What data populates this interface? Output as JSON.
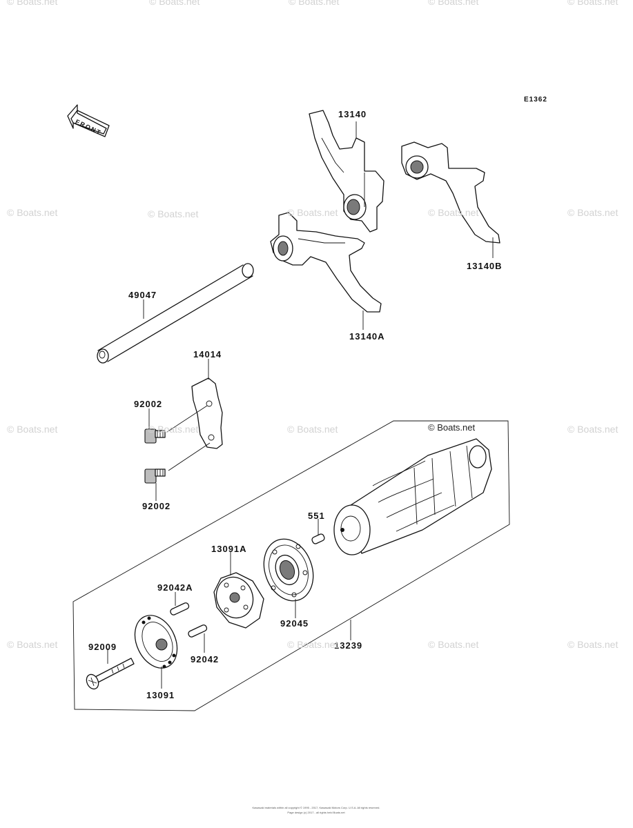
{
  "diagram_code": "E1362",
  "front_label": "FRONT",
  "parts": {
    "fork_13140": "13140",
    "fork_13140a": "13140A",
    "fork_13140b": "13140B",
    "shaft_49047": "49047",
    "plate_14014": "14014",
    "bolt_92002_top": "92002",
    "bolt_92002_bottom": "92002",
    "pin_551": "551",
    "drum_assembly_13239": "13239",
    "holder_13091a": "13091A",
    "bearing_92045": "92045",
    "pin_92042a": "92042A",
    "pin_92042": "92042",
    "screw_92009": "92009",
    "plate_13091": "13091"
  },
  "watermark": "© Boats.net",
  "footer": {
    "line1": "Kawasaki materials within all copyright © 1995 - 2017, Kawasaki Motors Corp. U.S.A. All rights reserved.",
    "line2": "Page design (c) 2017 - all rights held Boats.net"
  }
}
